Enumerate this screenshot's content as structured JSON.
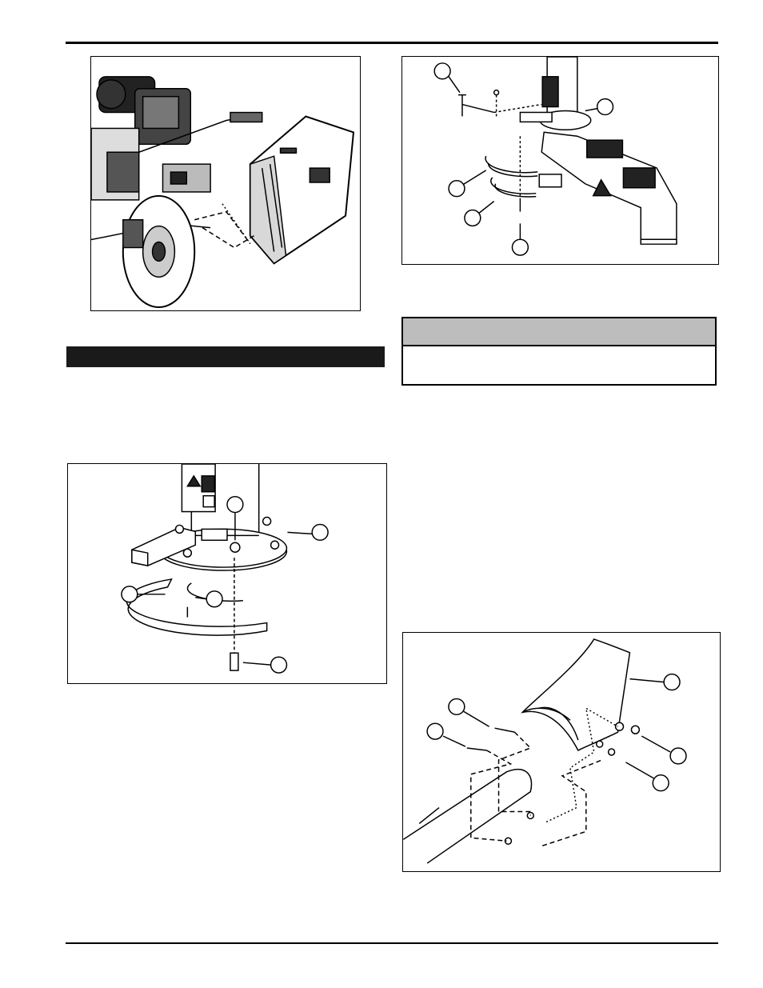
{
  "page": {
    "section_heading": "",
    "note_box": {
      "title": "",
      "body": ""
    }
  },
  "figures": [
    {
      "id": "fig-engine-hopper",
      "callouts": []
    },
    {
      "id": "fig-chute-base-assembly",
      "callouts": [
        "",
        "",
        "",
        "",
        ""
      ]
    },
    {
      "id": "fig-chute-base-detail",
      "callouts": [
        "",
        "",
        "",
        ""
      ]
    },
    {
      "id": "fig-deflector-hood",
      "callouts": [
        "",
        "",
        "",
        "",
        ""
      ]
    }
  ]
}
